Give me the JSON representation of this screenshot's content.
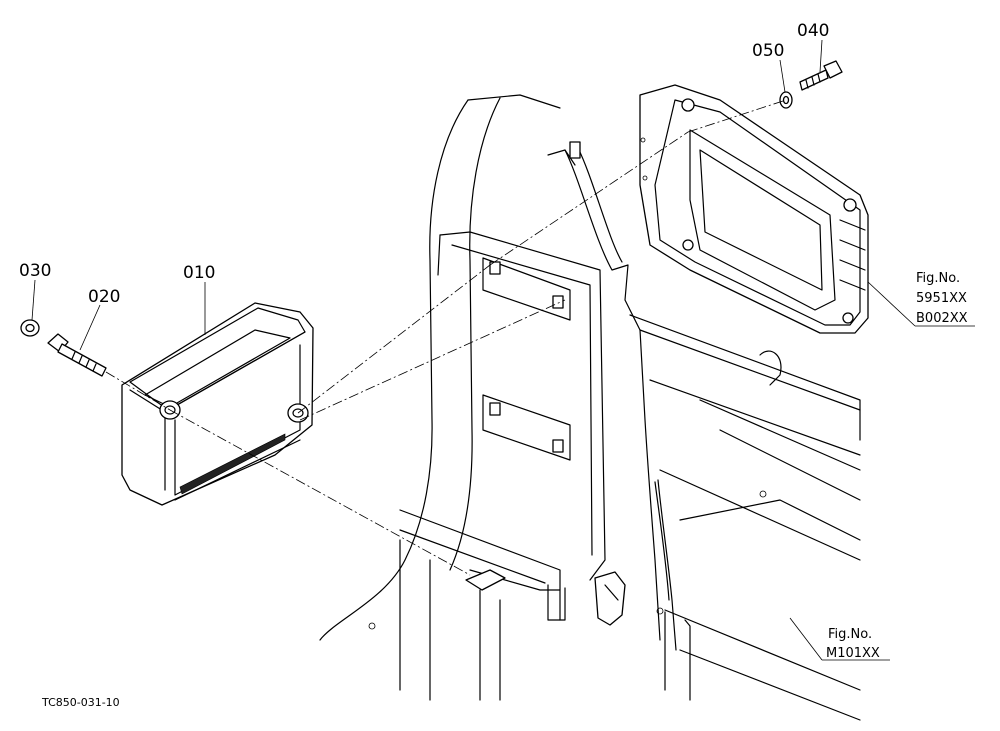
{
  "callouts": {
    "p010": "010",
    "p020": "020",
    "p030": "030",
    "p040": "040",
    "p050": "050"
  },
  "references": {
    "ref1": {
      "label": "Fig.No.",
      "lines": [
        "5951XX",
        "B002XX"
      ]
    },
    "ref2": {
      "label": "Fig.No.",
      "lines": [
        "M101XX"
      ]
    }
  },
  "drawing_code": "TC850-031-10"
}
